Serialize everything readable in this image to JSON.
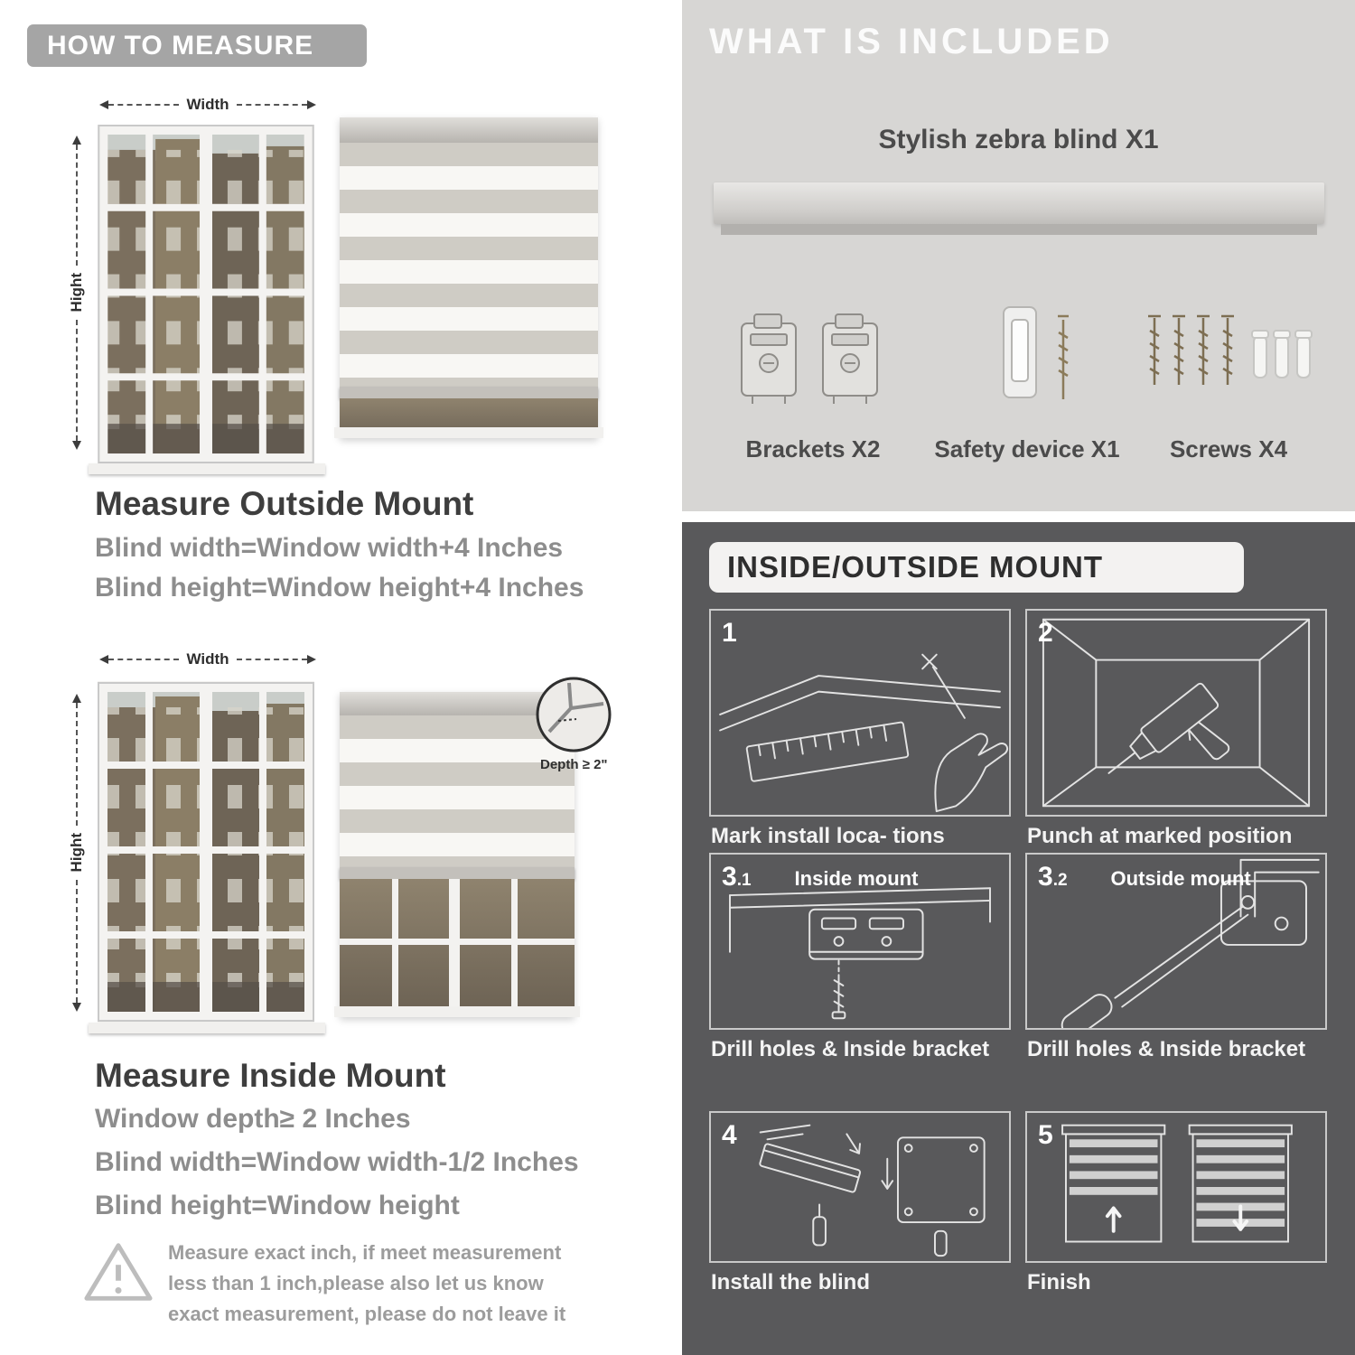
{
  "colors": {
    "left_banner": "#a5a5a5",
    "light_section_bg": "#d7d6d4",
    "dark_section_bg": "#59595b",
    "heading_text": "#3e3e3e",
    "muted_text": "#8d8d8d",
    "stripe_gray": "#cfccc5",
    "line_art": "#e3e3e3"
  },
  "how_to_measure": {
    "title": "HOW TO MEASURE",
    "width_label": "Width",
    "height_label": "Hight",
    "outside": {
      "heading": "Measure Outside Mount",
      "lines": [
        "Blind width=Window width+4 Inches",
        "Blind height=Window height+4 Inches"
      ]
    },
    "inside": {
      "heading": "Measure Inside Mount",
      "lines": [
        "Window depth≥ 2 Inches",
        "Blind width=Window width-1/2 Inches",
        "Blind height=Window height"
      ],
      "depth_callout": "Depth ≥ 2\""
    },
    "warning_text": "Measure exact inch, if meet measurement less than 1 inch,please also let us know exact measurement, please do not leave it"
  },
  "included": {
    "title": "WHAT IS INCLUDED",
    "blind_label": "Stylish zebra blind X1",
    "items": [
      {
        "label": "Brackets X2",
        "icon": "brackets-icon"
      },
      {
        "label": "Safety device X1",
        "icon": "safety-device-icon"
      },
      {
        "label": "Screws X4",
        "icon": "screws-icon"
      }
    ]
  },
  "mount": {
    "title": "INSIDE/OUTSIDE MOUNT",
    "steps": [
      {
        "num": "1",
        "num_sub": "",
        "label": "",
        "caption": "Mark install loca- tions",
        "icon": "hand-marking-illustration"
      },
      {
        "num": "2",
        "num_sub": "",
        "label": "",
        "caption": "Punch at marked position",
        "icon": "drill-illustration"
      },
      {
        "num": "3",
        "num_sub": ".1",
        "label": "Inside mount",
        "caption": "Drill holes & Inside bracket",
        "icon": "inside-bracket-illustration"
      },
      {
        "num": "3",
        "num_sub": ".2",
        "label": "Outside mount",
        "caption": "Drill holes & Inside bracket",
        "icon": "outside-bracket-illustration"
      },
      {
        "num": "4",
        "num_sub": "",
        "label": "",
        "caption": "Install the blind",
        "icon": "install-blind-illustration"
      },
      {
        "num": "5",
        "num_sub": "",
        "label": "",
        "caption": "Finish",
        "icon": "finish-illustration"
      }
    ]
  }
}
